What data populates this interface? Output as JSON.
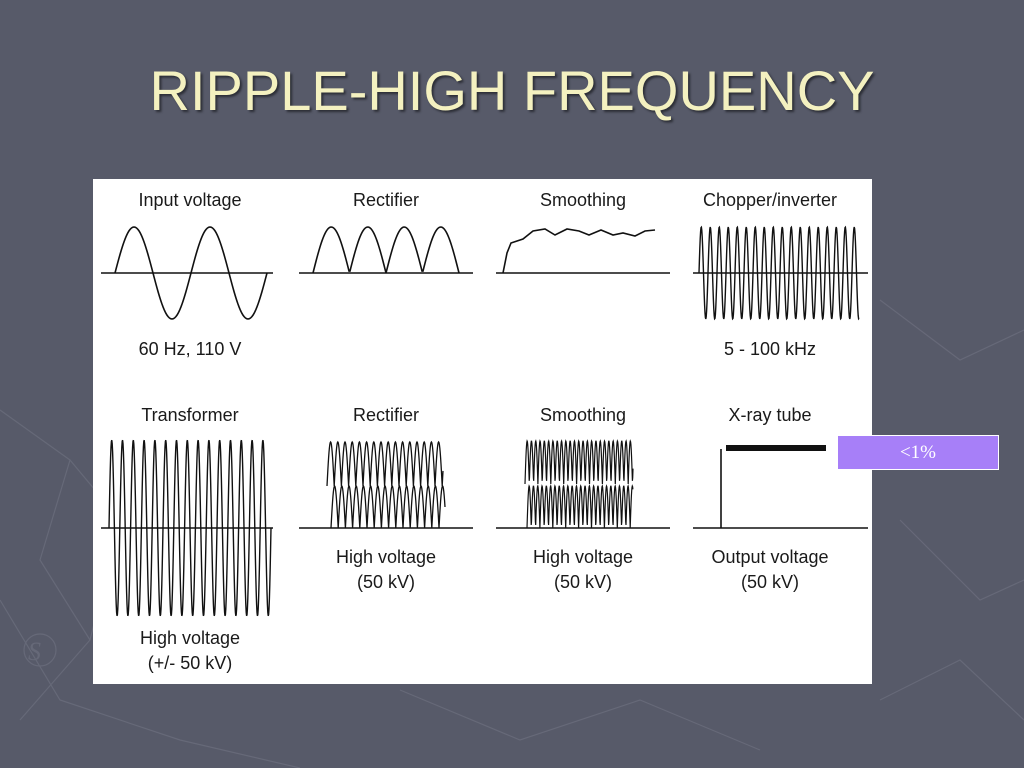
{
  "slide": {
    "title": "RIPPLE-HIGH FREQUENCY",
    "ripple_label": "<1%"
  },
  "panels": [
    {
      "title": "Input voltage",
      "caption": [
        "60 Hz, 110 V"
      ]
    },
    {
      "title": "Rectifier",
      "caption": []
    },
    {
      "title": "Smoothing",
      "caption": []
    },
    {
      "title": "Chopper/inverter",
      "caption": [
        "5 - 100 kHz"
      ]
    },
    {
      "title": "Transformer",
      "caption": [
        "High voltage",
        "(+/- 50 kV)"
      ]
    },
    {
      "title": "Rectifier",
      "caption": [
        "High voltage",
        "(50 kV)"
      ]
    },
    {
      "title": "Smoothing",
      "caption": [
        "High voltage",
        "(50 kV)"
      ]
    },
    {
      "title": "X-ray tube",
      "caption": [
        "Output voltage",
        "(50 kV)"
      ]
    }
  ],
  "colors": {
    "background": "#575a69",
    "title": "#f4f1c0",
    "ripple_box": "#a77ff8"
  }
}
